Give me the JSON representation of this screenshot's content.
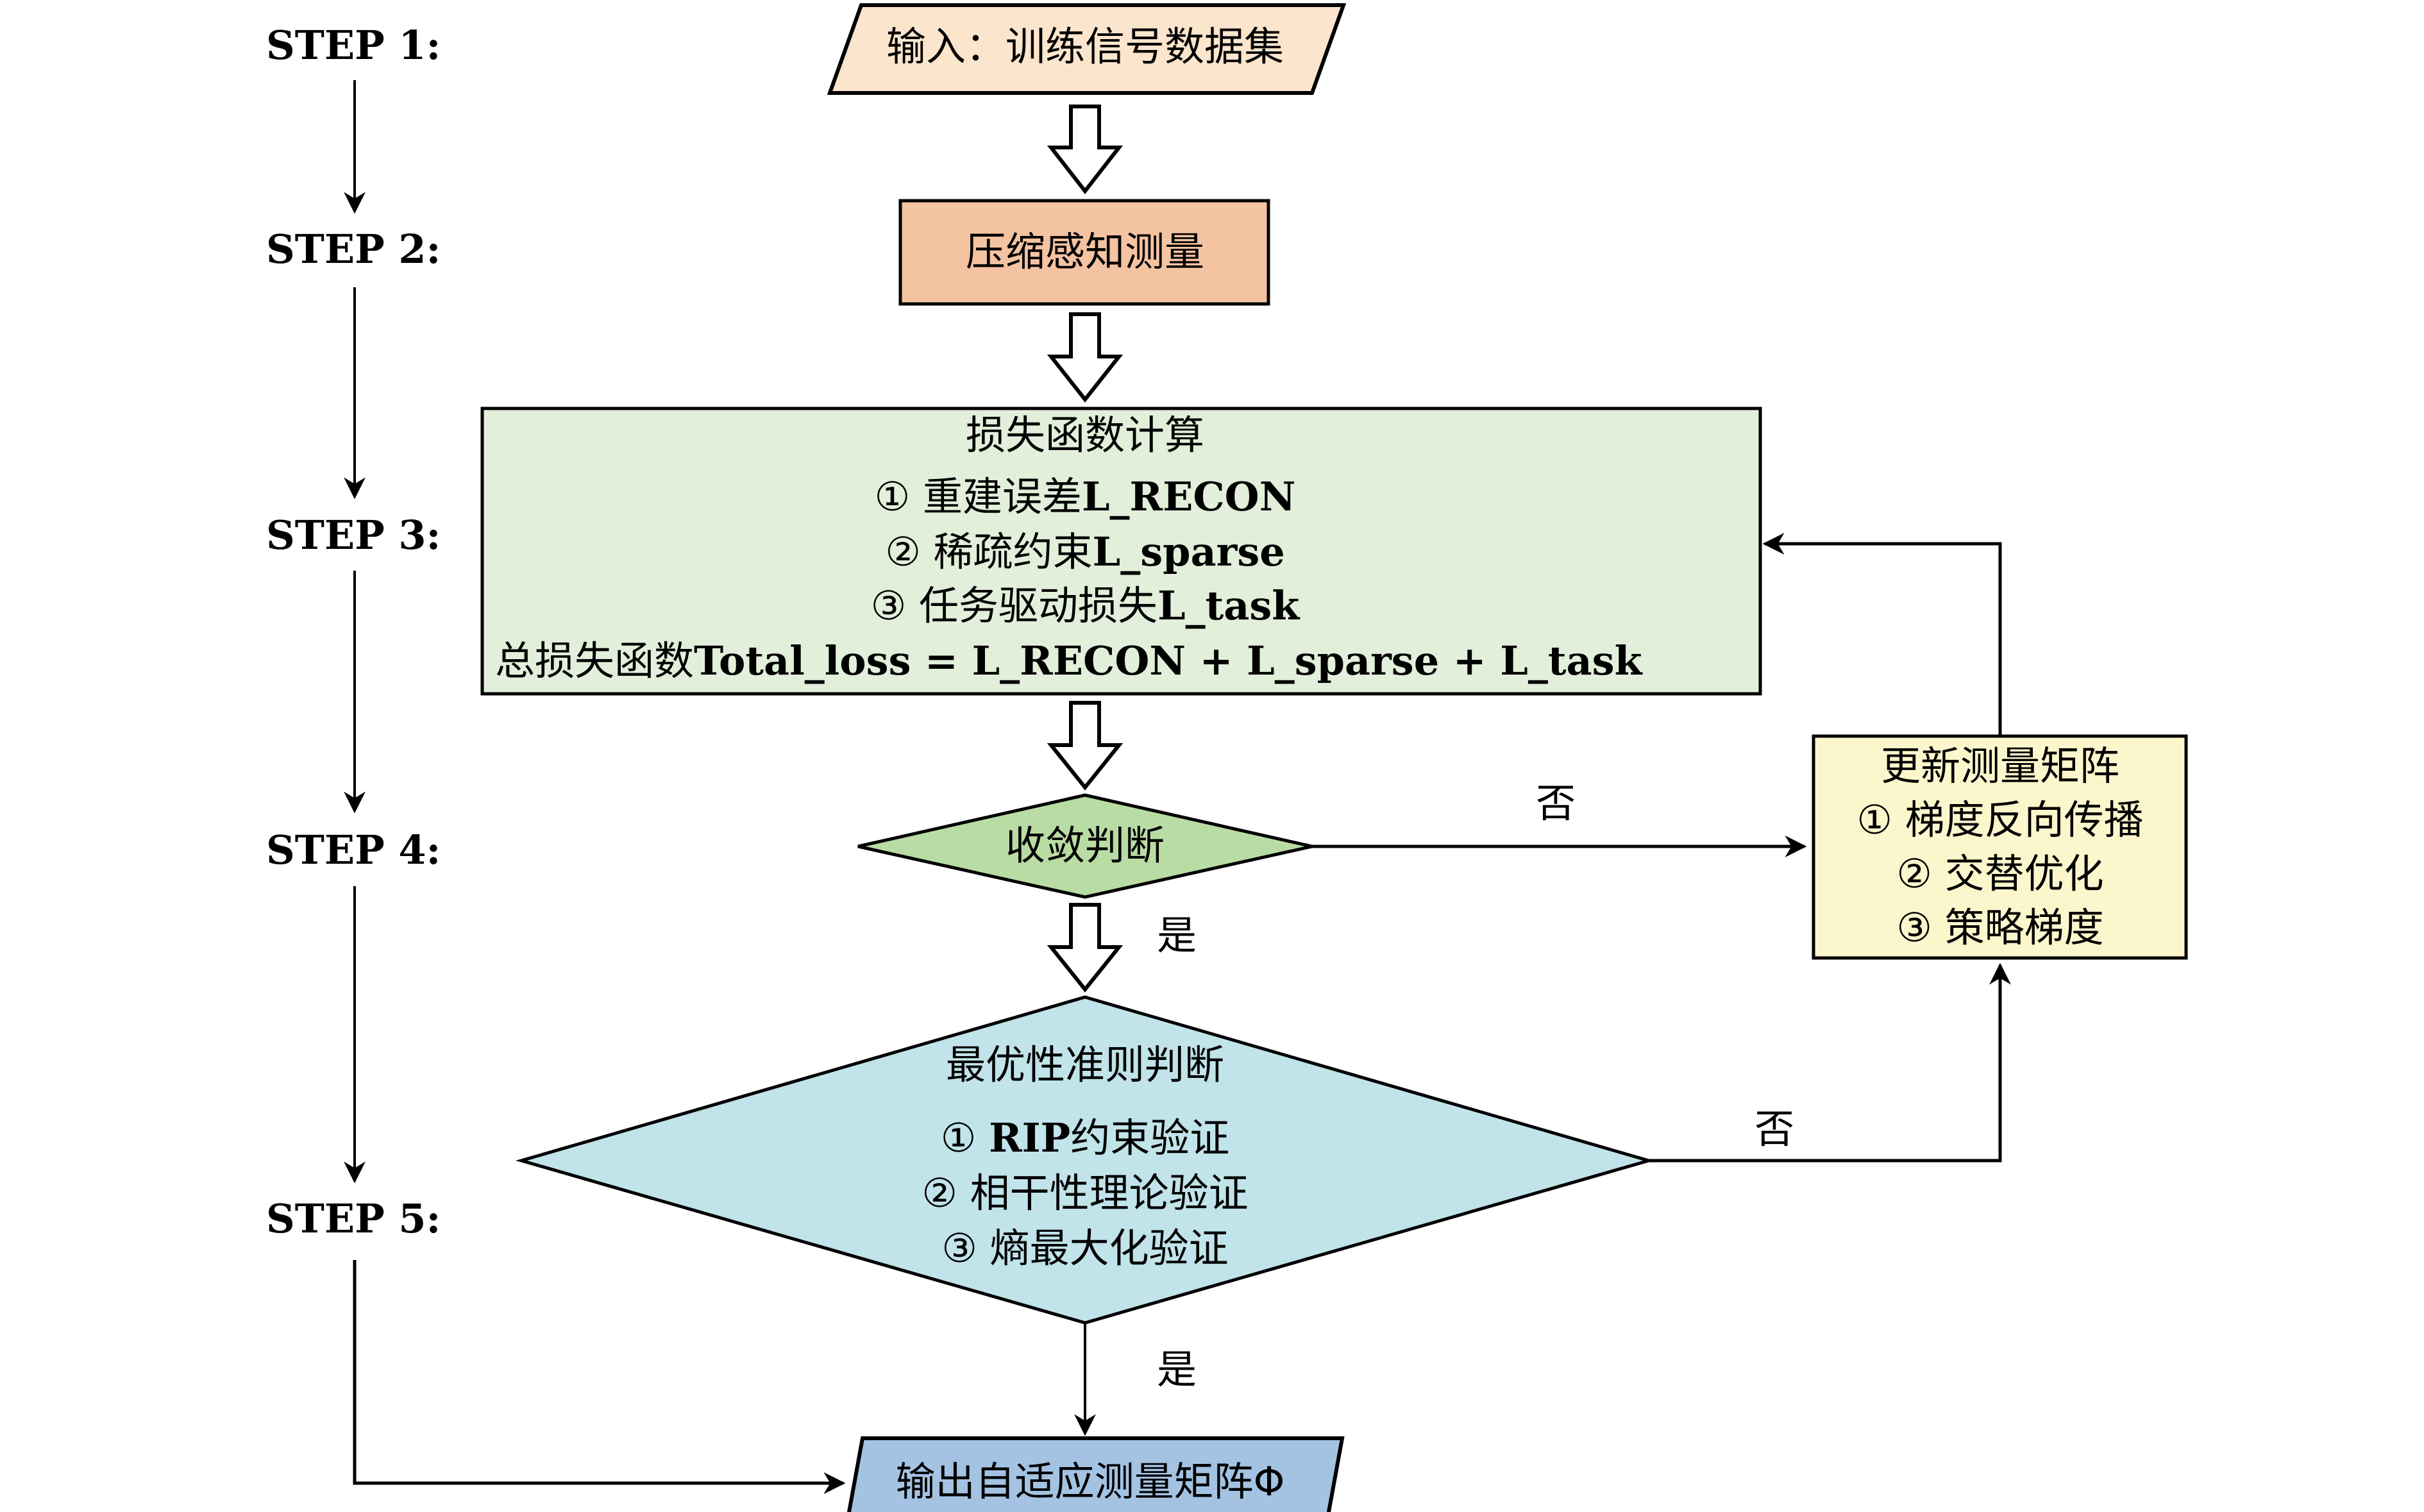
{
  "steps": [
    {
      "label": "STEP 1:"
    },
    {
      "label": "STEP 2:"
    },
    {
      "label": "STEP 3:"
    },
    {
      "label": "STEP 4:"
    },
    {
      "label": "STEP 5:"
    }
  ],
  "nodes": {
    "input": {
      "text": "输入：训练信号数据集",
      "fill": "#FBE5CD"
    },
    "compress": {
      "text": "压缩感知测量",
      "fill": "#F4C3A2"
    },
    "loss": {
      "title": "损失函数计算",
      "fill": "#E2EFDA",
      "items": [
        {
          "num": "①",
          "cn": "重建误差",
          "term": "L_RECON"
        },
        {
          "num": "②",
          "cn": "稀疏约束",
          "term": "L_sparse"
        },
        {
          "num": "③",
          "cn": "任务驱动损失",
          "term": "L_task"
        }
      ],
      "total": {
        "cn": "总损失函数",
        "formula": "Total_loss = L_RECON + L_sparse + L_task"
      }
    },
    "convergence": {
      "text": "收敛判断",
      "fill": "#B9DCA4"
    },
    "optimality": {
      "title": "最优性准则判断",
      "fill": "#C1E3EA",
      "items": [
        {
          "num": "①",
          "bold": "RIP",
          "cn": "约束验证"
        },
        {
          "num": "②",
          "bold": "",
          "cn": "相干性理论验证"
        },
        {
          "num": "③",
          "bold": "",
          "cn": "熵最大化验证"
        }
      ]
    },
    "update": {
      "title": "更新测量矩阵",
      "fill": "#FCF6CC",
      "items": [
        {
          "num": "①",
          "cn": "梯度反向传播"
        },
        {
          "num": "②",
          "cn": "交替优化"
        },
        {
          "num": "③",
          "cn": "策略梯度"
        }
      ]
    },
    "output": {
      "text": "输出自适应测量矩阵Φ",
      "fill": "#A4C3E3"
    }
  },
  "edge_labels": {
    "conv_no": "否",
    "conv_yes": "是",
    "opt_no": "否",
    "opt_yes": "是"
  }
}
